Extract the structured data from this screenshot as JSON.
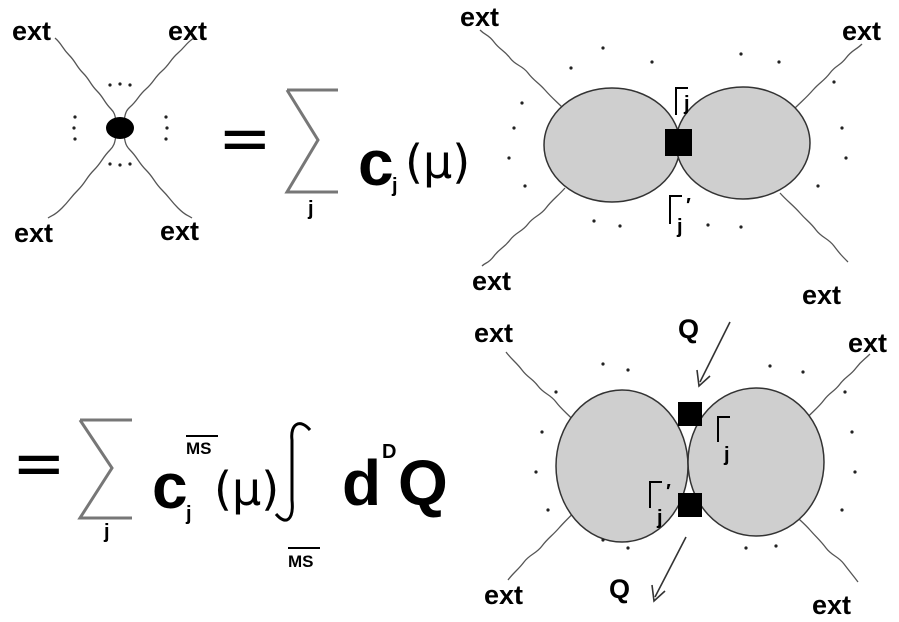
{
  "labels": {
    "external_leg": "ext",
    "momentum": "Q",
    "summation_index": "j",
    "coefficient_base": "c",
    "coefficient_sub": "j",
    "scale_arg": "(μ)",
    "msbar_superscript": "MS",
    "msbar_subscript": "MS",
    "measure_d": "d",
    "measure_dimension": "D",
    "measure_variable": "Q",
    "vertex_gamma": "Γ",
    "vertex_gamma_sub": "j",
    "vertex_gamma_prime": "′"
  },
  "colors": {
    "blob_fill": "#cfcfcf",
    "vertex_fill": "#000000",
    "line": "#555555"
  },
  "symbols": {
    "equals": "=",
    "sum": "∑",
    "integral": "∫"
  }
}
